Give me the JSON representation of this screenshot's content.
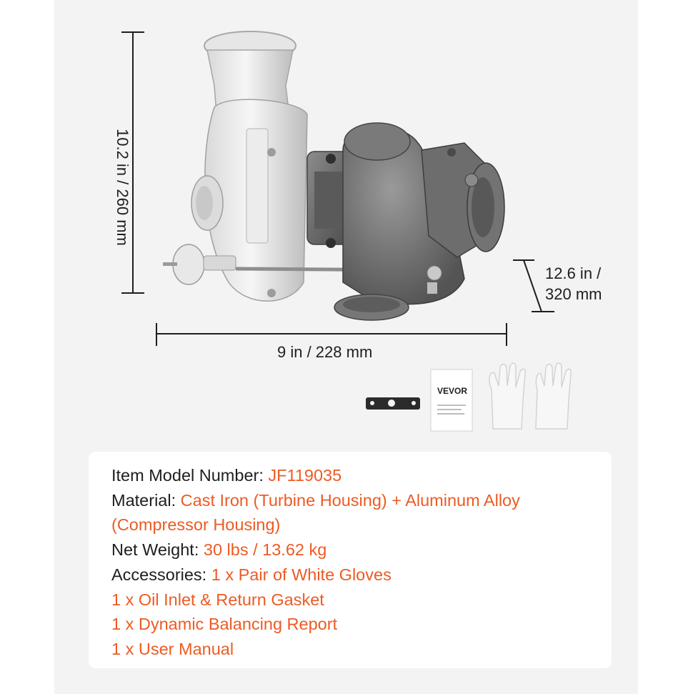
{
  "dimensions": {
    "height": "10.2 in / 260 mm",
    "depth_line1": "12.6 in /",
    "depth_line2": "320 mm",
    "width": "9 in / 228 mm"
  },
  "accessories_images": {
    "manual_brand": "VEVOR"
  },
  "specs": {
    "model_label": "Item Model Number:",
    "model_value": "JF119035",
    "material_label": "Material:",
    "material_value_1": "Cast Iron (Turbine Housing) + Aluminum Alloy",
    "material_value_2": "(Compressor Housing)",
    "weight_label": "Net Weight:",
    "weight_value": "30 lbs / 13.62 kg",
    "accessories_label": "Accessories:",
    "accessory_1": "1 x Pair of White Gloves",
    "accessory_2": "1 x Oil Inlet & Return Gasket",
    "accessory_3": "1 x Dynamic Balancing Report",
    "accessory_4": "1 x User Manual"
  },
  "colors": {
    "accent": "#ec5b24",
    "text": "#1e1e1e",
    "panel": "#f3f3f3"
  }
}
